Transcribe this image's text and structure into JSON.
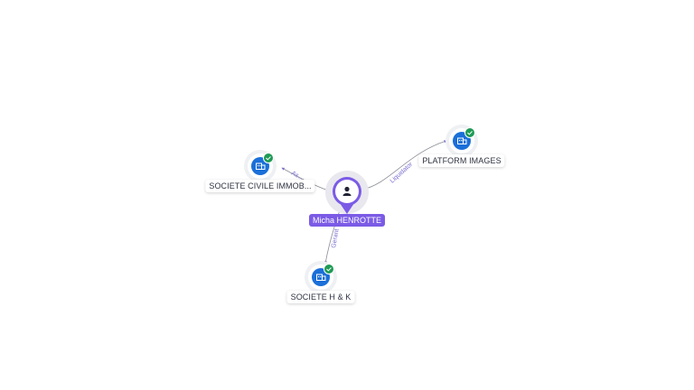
{
  "person": {
    "name": "Micha HENROTTE",
    "icon": "person-icon",
    "color": "#7b5be6"
  },
  "companies": [
    {
      "name": "SOCIETE CIVILE IMMOB...",
      "icon": "building-icon",
      "badge": "check-badge-icon"
    },
    {
      "name": "PLATFORM IMAGES",
      "icon": "building-icon",
      "badge": "check-badge-icon"
    },
    {
      "name": "SOCIETE H & K",
      "icon": "building-icon",
      "badge": "check-badge-icon"
    }
  ],
  "relations": [
    {
      "label": "As..."
    },
    {
      "label": "Liquidator"
    },
    {
      "label": "Gerant"
    }
  ],
  "colors": {
    "company_icon": "#1a6fd8",
    "badge": "#1e9a55",
    "edge": "#8a8d96",
    "edge_label": "#7b6fd0"
  }
}
